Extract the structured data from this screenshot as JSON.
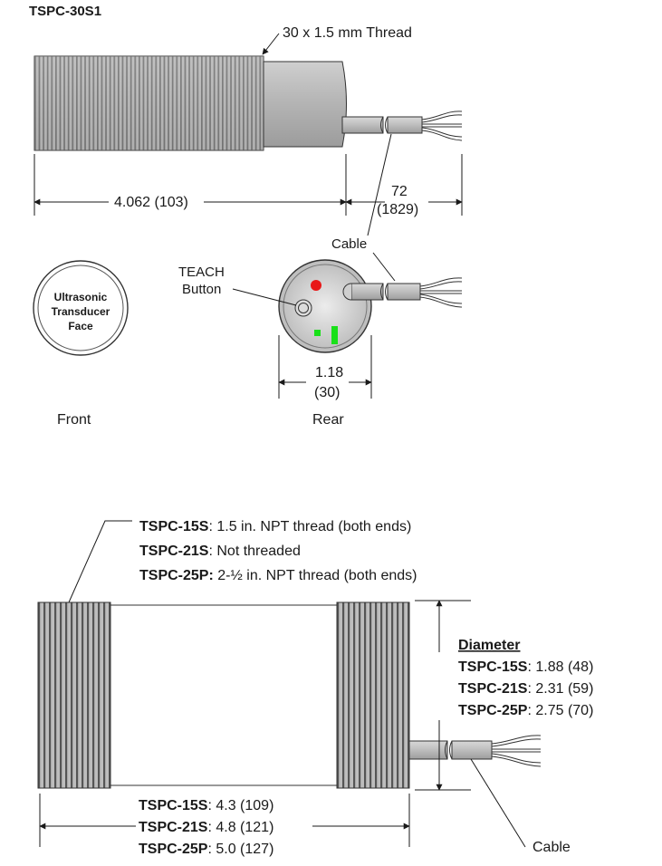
{
  "top": {
    "model": "TSPC-30S1",
    "thread_note": "30 x 1.5 mm Thread",
    "length_dim": "4.062 (103)",
    "cable_len_a": "72",
    "cable_len_b": "(1829)",
    "cable_label": "Cable",
    "teach_a": "TEACH",
    "teach_b": "Button",
    "face_a": "Ultrasonic",
    "face_b": "Transducer",
    "face_c": "Face",
    "dia_a": "1.18",
    "dia_b": "(30)",
    "front_label": "Front",
    "rear_label": "Rear",
    "led_colors": {
      "red": "#e81818",
      "green": "#19e019"
    }
  },
  "bottom": {
    "thread_notes": [
      {
        "model": "TSPC-15S",
        "text": ": 1.5 in. NPT thread (both ends)"
      },
      {
        "model": "TSPC-21S",
        "text": ": Not threaded"
      },
      {
        "model": "TSPC-25P:",
        "text": " 2-½ in. NPT thread (both ends)"
      }
    ],
    "diameter_title": "Diameter",
    "diameters": [
      {
        "model": "TSPC-15S",
        "value": ":  1.88 (48)"
      },
      {
        "model": "TSPC-21S",
        "value": ":  2.31 (59)"
      },
      {
        "model": "TSPC-25P",
        "value": ":  2.75 (70)"
      }
    ],
    "lengths": [
      {
        "model": "TSPC-15S",
        "value": ":  4.3 (109)"
      },
      {
        "model": "TSPC-21S",
        "value": ":  4.8 (121)"
      },
      {
        "model": "TSPC-25P",
        "value": ":  5.0 (127)"
      }
    ],
    "cable_label": "Cable"
  }
}
